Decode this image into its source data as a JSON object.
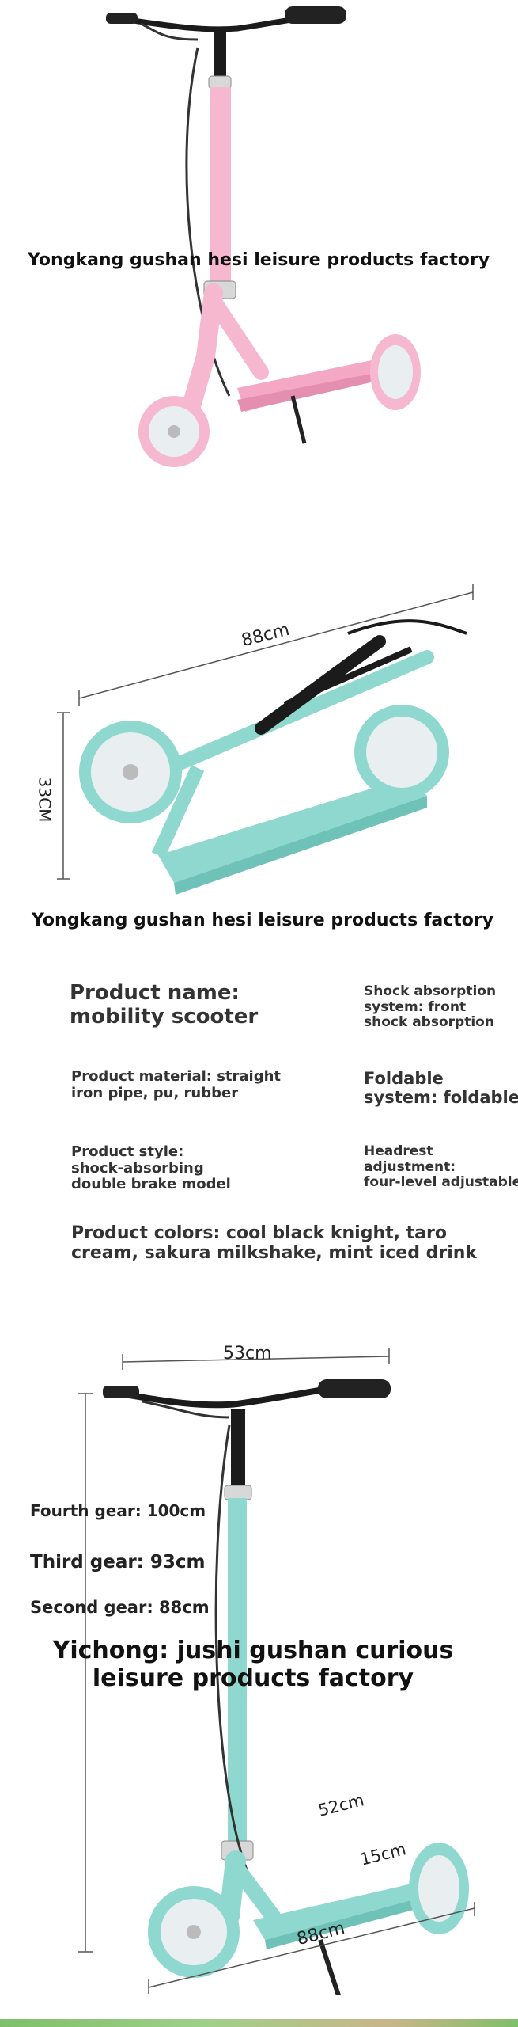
{
  "section1": {
    "watermark": "Yongkang gushan hesi leisure products factory"
  },
  "section2": {
    "length_label": "88cm",
    "height_label": "33CM",
    "watermark": "Yongkang gushan hesi leisure products factory"
  },
  "specs": {
    "product_name": "Product name:\nmobility scooter",
    "shock_absorption": "Shock absorption\nsystem: front\nshock absorption",
    "material": "Product material: straight\niron pipe, pu, rubber",
    "foldable": "Foldable\nsystem: foldable",
    "style": "Product style:\nshock-absorbing\ndouble brake model",
    "headrest": "Headrest\nadjustment:\nfour-level adjustable",
    "colors": "Product colors: cool black knight, taro\ncream, sakura milkshake, mint iced drink"
  },
  "section3": {
    "handle_width": "53cm",
    "gear4": "Fourth gear: 100cm",
    "gear3": "Third gear: 93cm",
    "gear2": "Second gear: 88cm",
    "watermark": "Yichong: jushi gushan curious\nleisure products factory",
    "deck_length": "52cm",
    "deck_width": "15cm",
    "total_length": "88cm"
  },
  "colors": {
    "pink": "#f6b8cf",
    "mint": "#8fd8cf",
    "black": "#1b1b1b",
    "wheel": "#e9eef0"
  }
}
